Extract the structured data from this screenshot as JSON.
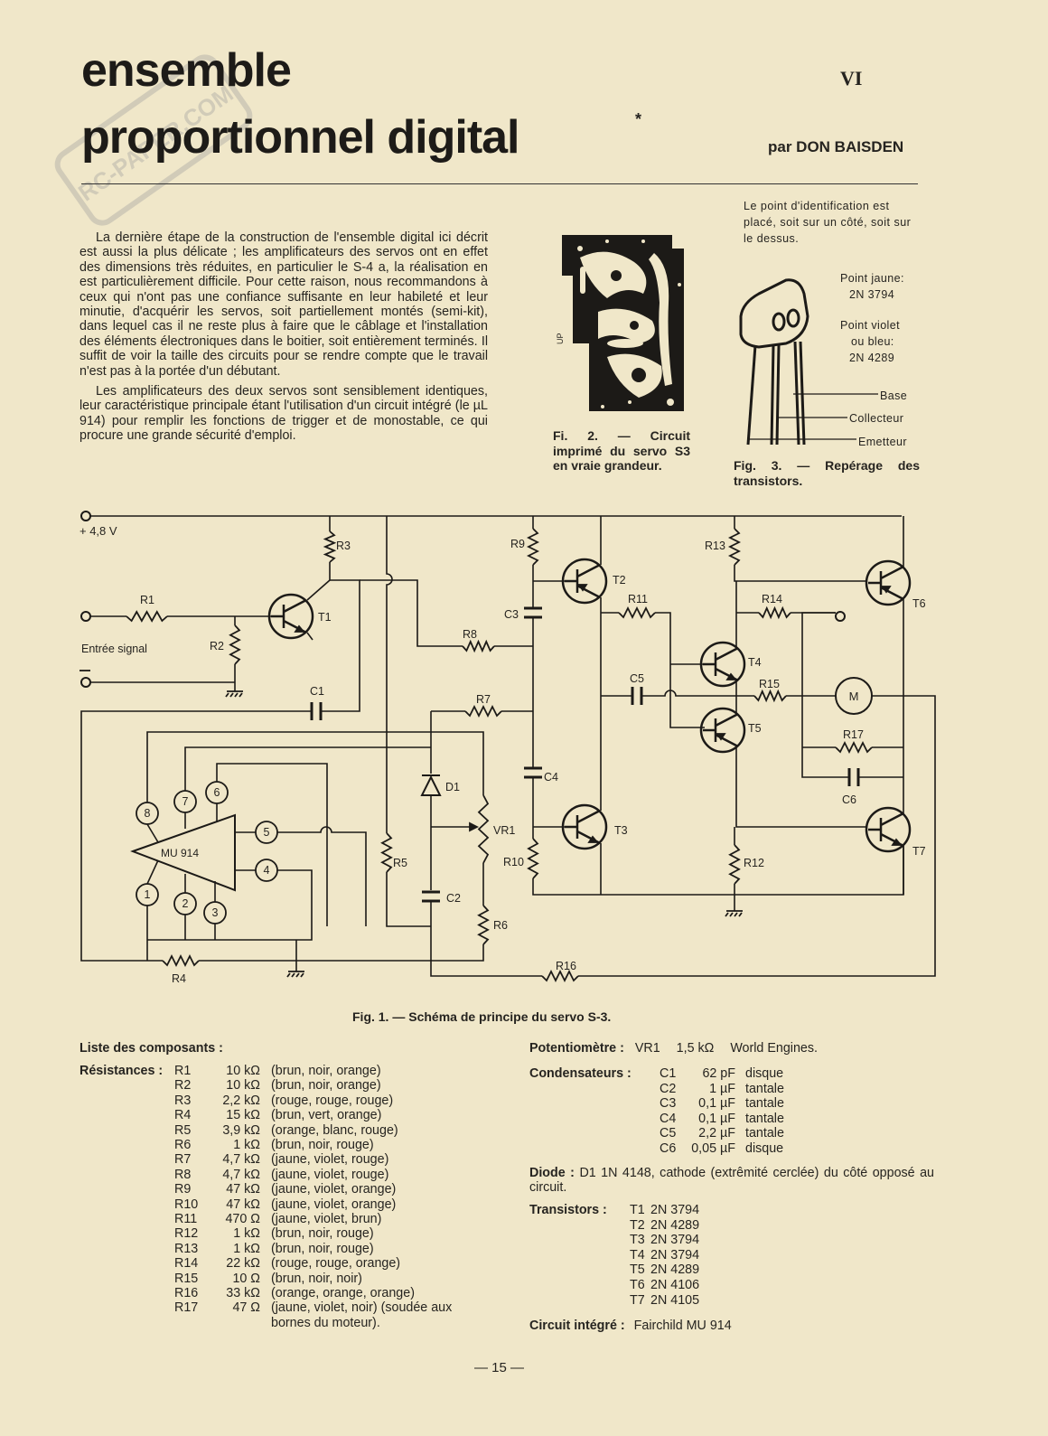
{
  "header": {
    "title_line1": "ensemble",
    "title_line2": "proportionnel digital",
    "title_asterisk": "*",
    "section": "VI",
    "byline": "par DON BAISDEN",
    "watermark": "RC-PAPER.COM"
  },
  "article": {
    "paragraphs": [
      "La dernière étape de la construction de l'ensemble digital ici décrit est aussi la plus délicate ; les amplificateurs des servos ont en effet des dimensions très réduites, en particulier le S-4 a, la réalisation en est particulièrement difficile. Pour cette raison, nous recommandons à ceux qui n'ont pas une confiance suffisante en leur habileté et leur minutie, d'acquérir les servos, soit partiellement montés (semi-kit), dans lequel cas il ne reste plus à faire que le câblage et l'installation des éléments électroniques dans le boitier, soit entièrement terminés. Il suffit de voir la taille des circuits pour se rendre compte que le travail n'est pas à la portée d'un débutant.",
      "Les amplificateurs des deux servos sont sensiblement identiques, leur caractéristique principale étant l'utilisation d'un circuit intégré (le µL 914) pour remplir les fonctions de trigger et de monostable, ce qui procure une grande sécurité d'emploi."
    ]
  },
  "fig2": {
    "pcb_mark": "UP",
    "caption": "Fi. 2. — Circuit imprimé du servo S3 en vraie grandeur."
  },
  "fig3": {
    "note": "Le point d'identification est placé, soit sur un côté, soit sur le dessus.",
    "yellow_label": "Point jaune:",
    "yellow_part": "2N 3794",
    "violet_label1": "Point violet",
    "violet_label2": "ou bleu:",
    "violet_part": "2N 4289",
    "lead_base": "Base",
    "lead_collector": "Collecteur",
    "lead_emitter": "Emetteur",
    "caption": "Fig. 3. — Repérage des transistors."
  },
  "fig1": {
    "supply": "+ 4,8 V",
    "input": "Entrée signal",
    "ic": "MU 914",
    "motor": "M",
    "labels": {
      "R1": "R1",
      "R2": "R2",
      "R3": "R3",
      "R4": "R4",
      "R5": "R5",
      "R6": "R6",
      "R7": "R7",
      "R8": "R8",
      "R9": "R9",
      "R10": "R10",
      "R11": "R11",
      "R12": "R12",
      "R13": "R13",
      "R14": "R14",
      "R15": "R15",
      "R16": "R16",
      "R17": "R17",
      "C1": "C1",
      "C2": "C2",
      "C3": "C3",
      "C4": "C4",
      "C5": "C5",
      "C6": "C6",
      "T1": "T1",
      "T2": "T2",
      "T3": "T3",
      "T4": "T4",
      "T5": "T5",
      "T6": "T6",
      "T7": "T7",
      "D1": "D1",
      "VR1": "VR1"
    },
    "pins": {
      "p1": "1",
      "p2": "2",
      "p3": "3",
      "p4": "4",
      "p5": "5",
      "p6": "6",
      "p7": "7",
      "p8": "8"
    },
    "caption": "Fig. 1. — Schéma de principe du servo S-3."
  },
  "components": {
    "title": "Liste des composants :",
    "resistors": {
      "label": "Résistances :",
      "items": [
        {
          "ref": "R1",
          "value": "10 kΩ",
          "note": "(brun, noir, orange)"
        },
        {
          "ref": "R2",
          "value": "10 kΩ",
          "note": "(brun, noir, orange)"
        },
        {
          "ref": "R3",
          "value": "2,2 kΩ",
          "note": "(rouge, rouge, rouge)"
        },
        {
          "ref": "R4",
          "value": "15 kΩ",
          "note": "(brun, vert, orange)"
        },
        {
          "ref": "R5",
          "value": "3,9 kΩ",
          "note": "(orange, blanc, rouge)"
        },
        {
          "ref": "R6",
          "value": "1 kΩ",
          "note": "(brun, noir, rouge)"
        },
        {
          "ref": "R7",
          "value": "4,7 kΩ",
          "note": "(jaune, violet, rouge)"
        },
        {
          "ref": "R8",
          "value": "4,7 kΩ",
          "note": "(jaune, violet, rouge)"
        },
        {
          "ref": "R9",
          "value": "47 kΩ",
          "note": "(jaune, violet, orange)"
        },
        {
          "ref": "R10",
          "value": "47 kΩ",
          "note": "(jaune, violet, orange)"
        },
        {
          "ref": "R11",
          "value": "470 Ω",
          "note": "(jaune, violet, brun)"
        },
        {
          "ref": "R12",
          "value": "1 kΩ",
          "note": "(brun, noir, rouge)"
        },
        {
          "ref": "R13",
          "value": "1 kΩ",
          "note": "(brun, noir, rouge)"
        },
        {
          "ref": "R14",
          "value": "22 kΩ",
          "note": "(rouge, rouge, orange)"
        },
        {
          "ref": "R15",
          "value": "10 Ω",
          "note": "(brun, noir, noir)"
        },
        {
          "ref": "R16",
          "value": "33 kΩ",
          "note": "(orange, orange, orange)"
        },
        {
          "ref": "R17",
          "value": "47 Ω",
          "note": "(jaune, violet, noir) (soudée aux bornes du moteur)."
        }
      ]
    },
    "potentiometer": {
      "label": "Potentiomètre :",
      "ref": "VR1",
      "value": "1,5 kΩ",
      "note": "World Engines."
    },
    "capacitors": {
      "label": "Condensateurs :",
      "items": [
        {
          "ref": "C1",
          "value": "62 pF",
          "note": "disque"
        },
        {
          "ref": "C2",
          "value": "1 µF",
          "note": "tantale"
        },
        {
          "ref": "C3",
          "value": "0,1 µF",
          "note": "tantale"
        },
        {
          "ref": "C4",
          "value": "0,1 µF",
          "note": "tantale"
        },
        {
          "ref": "C5",
          "value": "2,2 µF",
          "note": "tantale"
        },
        {
          "ref": "C6",
          "value": "0,05 µF",
          "note": "disque"
        }
      ]
    },
    "diode": {
      "label": "Diode :",
      "text": "D1  1N 4148, cathode (extrêmité cerclée) du côté opposé au circuit."
    },
    "transistors": {
      "label": "Transistors :",
      "items": [
        {
          "ref": "T1",
          "part": "2N 3794"
        },
        {
          "ref": "T2",
          "part": "2N 4289"
        },
        {
          "ref": "T3",
          "part": "2N 3794"
        },
        {
          "ref": "T4",
          "part": "2N 3794"
        },
        {
          "ref": "T5",
          "part": "2N 4289"
        },
        {
          "ref": "T6",
          "part": "2N 4106"
        },
        {
          "ref": "T7",
          "part": "2N 4105"
        }
      ]
    },
    "ic": {
      "label": "Circuit intégré :",
      "text": "Fairchild  MU  914"
    }
  },
  "footer": {
    "page": "— 15 —"
  },
  "colors": {
    "paper": "#f0e7c9",
    "ink": "#262420"
  }
}
